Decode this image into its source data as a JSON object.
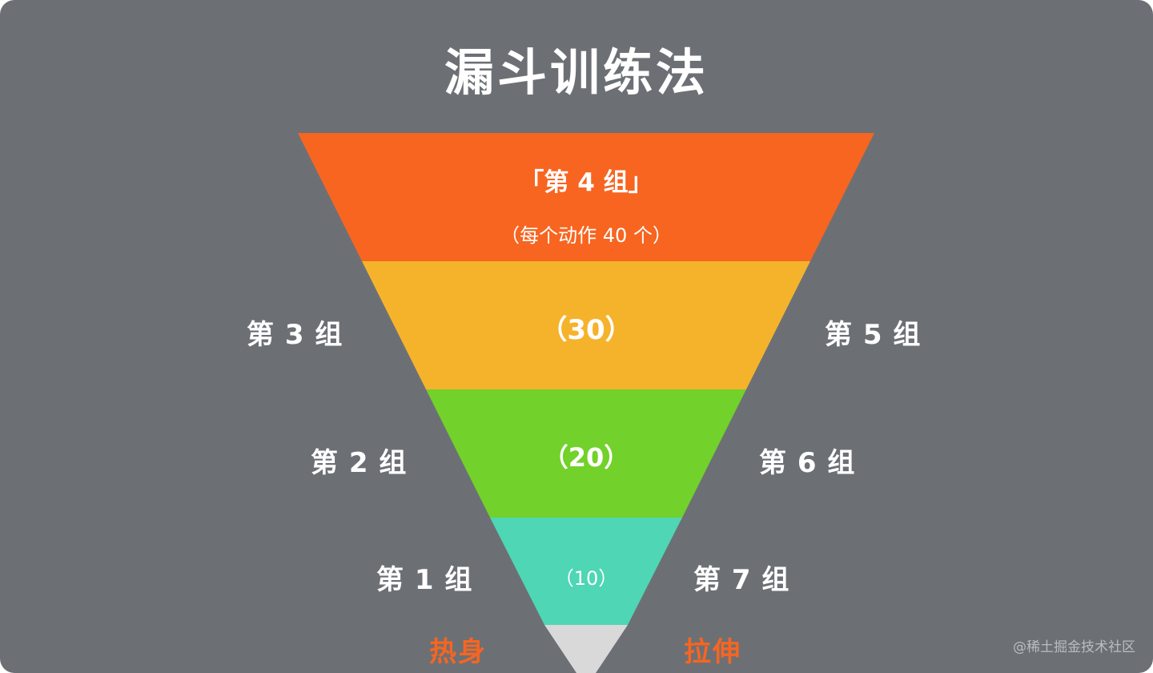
{
  "title": "漏斗训练法",
  "colors": {
    "background": "#6c7075",
    "band_top": "#f76520",
    "band_2": "#f5b32c",
    "band_3": "#72d12a",
    "band_4": "#4ed6b5",
    "tip": "#d9d9d9",
    "accent": "#f76520",
    "text": "#ffffff"
  },
  "bands": [
    {
      "line1": "「第 4 组」",
      "line2": "（每个动作 40 个）",
      "color": "#f76520"
    },
    {
      "line1": "（30）",
      "color": "#f5b32c"
    },
    {
      "line1": "（20）",
      "color": "#72d12a"
    },
    {
      "line1": "（10）",
      "color": "#4ed6b5"
    }
  ],
  "left_labels": [
    "第 3 组",
    "第 2 组",
    "第 1 组"
  ],
  "right_labels": [
    "第 5 组",
    "第 6 组",
    "第 7 组"
  ],
  "bottom": {
    "left": "热身",
    "right": "拉伸"
  },
  "watermark": "@稀土掘金技术社区"
}
